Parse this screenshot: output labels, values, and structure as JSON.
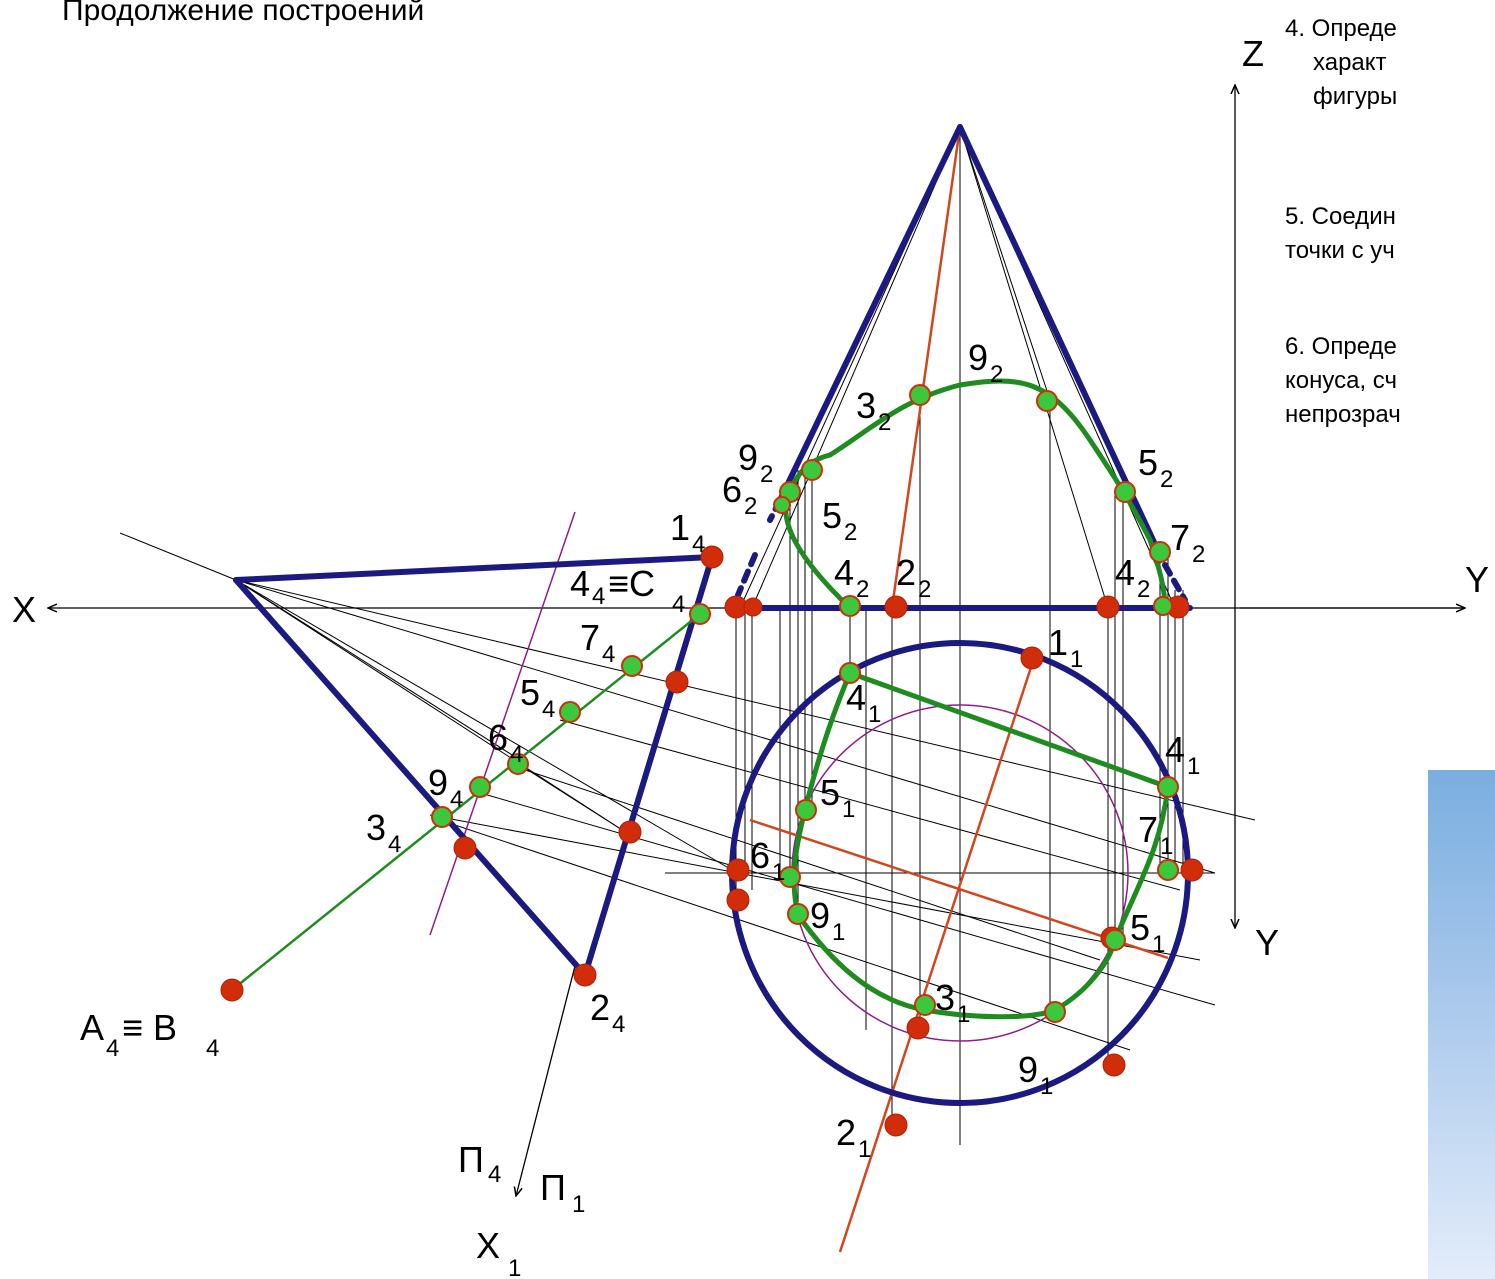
{
  "title": "Продолжение построений",
  "steps": {
    "step4": [
      "4. Опреде",
      "характ",
      "фигуры"
    ],
    "step5": [
      "5. Соедин",
      "точки с уч"
    ],
    "step6": [
      "6. Опреде",
      "конуса, сч",
      "непрозрач"
    ]
  },
  "axes": {
    "X": "X",
    "Y_h": "Y",
    "Z": "Z",
    "Y_v": "Y",
    "X1": "X",
    "X1_sub": "1",
    "P4": "П",
    "P4_sub": "4",
    "P1": "П",
    "P1_sub": "1"
  },
  "labels": [
    {
      "id": "a4b4",
      "main": "A",
      "sub": "4",
      "main2": "≡ B",
      "sub2": "4"
    },
    {
      "id": "c4",
      "main": "4",
      "sub": "4",
      "main2": "≡C",
      "sub2": "4"
    }
  ],
  "point_labels": [
    [
      "1",
      "4"
    ],
    [
      "7",
      "4"
    ],
    [
      "5",
      "4"
    ],
    [
      "6",
      "4"
    ],
    [
      "9",
      "4"
    ],
    [
      "3",
      "4"
    ],
    [
      "2",
      "4"
    ],
    [
      "9",
      "2"
    ],
    [
      "6",
      "2"
    ],
    [
      "5",
      "2"
    ],
    [
      "3",
      "2"
    ],
    [
      "9",
      "2"
    ],
    [
      "4",
      "2"
    ],
    [
      "2",
      "2"
    ],
    [
      "5",
      "2"
    ],
    [
      "7",
      "2"
    ],
    [
      "4",
      "2"
    ],
    [
      "1",
      "1"
    ],
    [
      "4",
      "1"
    ],
    [
      "4",
      "1"
    ],
    [
      "5",
      "1"
    ],
    [
      "6",
      "1"
    ],
    [
      "7",
      "1"
    ],
    [
      "9",
      "1"
    ],
    [
      "5",
      "1"
    ],
    [
      "3",
      "1"
    ],
    [
      "9",
      "1"
    ],
    [
      "2",
      "1"
    ]
  ],
  "colors": {
    "navy": "#1a1a80",
    "green_curve": "#1e8c1e",
    "green_point": "#3cc83c",
    "red_point": "#d22d0a",
    "orange_line": "#d2461e",
    "purple": "#8c1e8c",
    "thin": "#000000"
  }
}
